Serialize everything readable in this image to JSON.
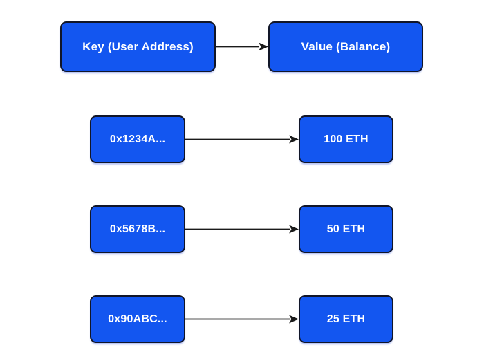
{
  "diagram": {
    "description": "Key (User Address) to Value (Balance) mapping diagram",
    "header": {
      "key": "Key (User Address)",
      "value": "Value (Balance)"
    },
    "rows": [
      {
        "key": "0x1234A...",
        "value": "100 ETH"
      },
      {
        "key": "0x5678B...",
        "value": "50 ETH"
      },
      {
        "key": "0x90ABC...",
        "value": "25 ETH"
      }
    ],
    "colors": {
      "node_fill": "#1356F0",
      "node_border": "#111628",
      "node_text": "#ffffff",
      "arrow": "#1a1a1a",
      "background": "#ffffff"
    }
  }
}
